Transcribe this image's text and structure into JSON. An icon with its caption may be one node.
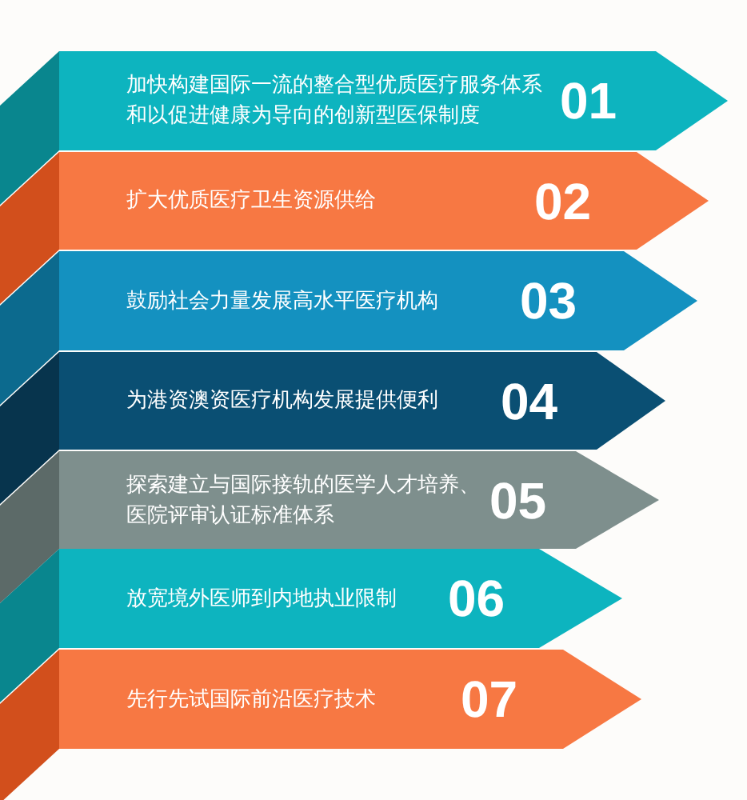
{
  "diagram": {
    "nodes": [
      {
        "text": [
          "加快构建国际一流的整合型优质医疗服务体系和以促进健康为导向的创新型医保制度",
          "01"
        ]
      },
      {
        "text": [
          "扩大优质医疗卫生资源供给",
          "02"
        ]
      },
      {
        "text": [
          "鼓励社会力量发展高水平医疗机构",
          "03"
        ]
      },
      {
        "text": [
          "为港资澳资医疗机构发展提供便利",
          "04"
        ]
      },
      {
        "text": [
          "探索建立与国际接轨的医学人才培养、医院评审认证标准体系",
          "05"
        ]
      },
      {
        "text": [
          "放宽境外医师到内地执业限制",
          "06"
        ]
      },
      {
        "text": [
          "先行先试国际前沿医疗技术",
          "07"
        ]
      }
    ]
  }
}
